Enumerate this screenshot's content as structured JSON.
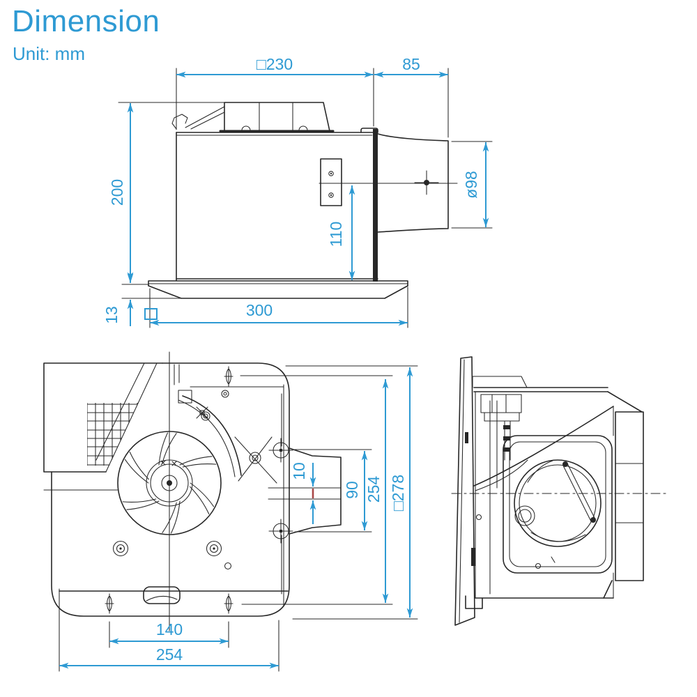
{
  "header": {
    "title": "Dimension",
    "unit": "Unit: mm"
  },
  "colors": {
    "dimension_blue": "#2e9ad3",
    "linework": "#272727",
    "highlight_red": "#a94747",
    "background": "#ffffff"
  },
  "side_view": {
    "name": "side view with ceiling panel and round duct outlet",
    "dims": {
      "opening_width": "□230",
      "duct_length": "85",
      "body_height": "200",
      "outlet_center_height": "110",
      "duct_diameter": "ø98",
      "panel_thickness": "13",
      "panel_width": "300"
    }
  },
  "bottom_view": {
    "name": "bottom view with fan wheel and mounting brackets",
    "dims": {
      "outlet_offset": "10",
      "outlet_width": "90",
      "mounting_height": "254",
      "body_square": "□278",
      "mounting_pitch": "140",
      "body_width": "254"
    }
  },
  "right_view": {
    "name": "side view with damper outlet"
  }
}
